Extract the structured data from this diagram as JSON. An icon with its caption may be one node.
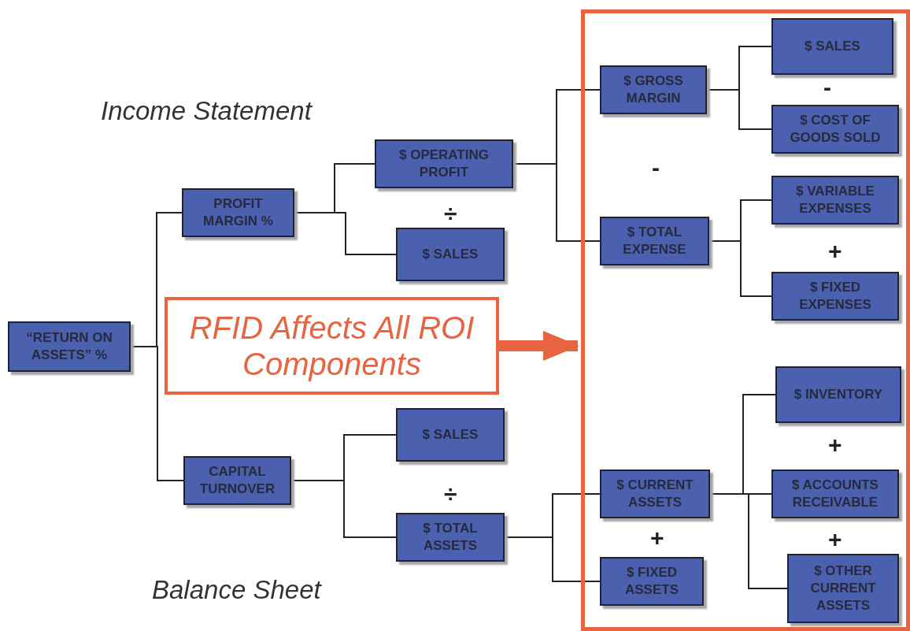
{
  "diagram": {
    "nodes": [
      {
        "text": [
          "“RETURN ON ASSETS” %"
        ]
      },
      {
        "text": [
          "PROFIT MARGIN %"
        ]
      },
      {
        "text": [
          "CAPITAL TURNOVER"
        ]
      },
      {
        "text": [
          "$ OPERATING PROFIT"
        ]
      },
      {
        "text": [
          "$ SALES"
        ]
      },
      {
        "text": [
          "$ SALES"
        ]
      },
      {
        "text": [
          "$ TOTAL ASSETS"
        ]
      },
      {
        "text": [
          "RFID Affects All ROI Components"
        ]
      },
      {
        "text": [],
        "shape": "box"
      },
      {
        "text": [
          "$ GROSS MARGIN"
        ],
        "in": 8
      },
      {
        "text": [
          "$ TOTAL EXPENSE"
        ],
        "in": 8
      },
      {
        "text": [
          "$ CURRENT ASSETS"
        ],
        "in": 8
      },
      {
        "text": [
          "$ FIXED ASSETS"
        ],
        "in": 8
      },
      {
        "text": [
          "$ SALES"
        ],
        "in": 8
      },
      {
        "text": [
          "$ COST OF GOODS SOLD"
        ],
        "in": 8
      },
      {
        "text": [
          "$ VARIABLE EXPENSES"
        ],
        "in": 8
      },
      {
        "text": [
          "$ FIXED EXPENSES"
        ],
        "in": 8
      },
      {
        "text": [
          "$ INVENTORY"
        ],
        "in": 8
      },
      {
        "text": [
          "$ ACCOUNTS RECEIVABLE"
        ],
        "in": 8
      },
      {
        "text": [
          "$ OTHER CURRENT ASSETS"
        ],
        "in": 8
      }
    ],
    "edges": [
      {
        "from": 0,
        "to": 1,
        "arrow": "none"
      },
      {
        "from": 0,
        "to": 2,
        "arrow": "none"
      },
      {
        "from": 1,
        "to": 3,
        "arrow": "none"
      },
      {
        "from": 1,
        "to": 4,
        "arrow": "none"
      },
      {
        "from": 2,
        "to": 5,
        "arrow": "none"
      },
      {
        "from": 2,
        "to": 6,
        "arrow": "none"
      },
      {
        "from": 3,
        "to": 9,
        "arrow": "none"
      },
      {
        "from": 3,
        "to": 10,
        "arrow": "none"
      },
      {
        "from": 6,
        "to": 11,
        "arrow": "none"
      },
      {
        "from": 6,
        "to": 12,
        "arrow": "none"
      },
      {
        "from": 9,
        "to": 13,
        "arrow": "none"
      },
      {
        "from": 9,
        "to": 14,
        "arrow": "none"
      },
      {
        "from": 10,
        "to": 15,
        "arrow": "none"
      },
      {
        "from": 10,
        "to": 16,
        "arrow": "none"
      },
      {
        "from": 11,
        "to": 17,
        "arrow": "none"
      },
      {
        "from": 11,
        "to": 18,
        "arrow": "none"
      },
      {
        "from": 11,
        "to": 19,
        "arrow": "none"
      },
      {
        "from": 7,
        "to": 8,
        "arrow": "to",
        "style": "thick",
        "color": "#e8633f"
      }
    ],
    "labels": [
      "-",
      "Income Statement",
      "-",
      "÷",
      "+",
      "+",
      "÷",
      "+",
      "+",
      "Balance Sheet"
    ]
  }
}
